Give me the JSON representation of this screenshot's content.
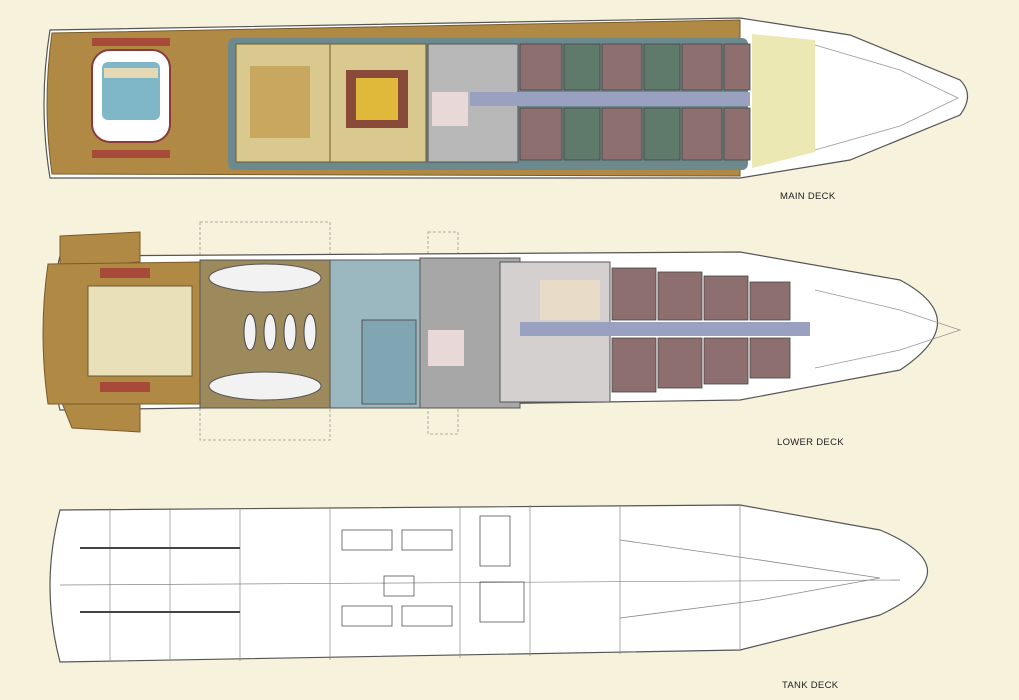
{
  "labels": {
    "main": "MAIN DECK",
    "lower": "LOWER DECK",
    "tank": "TANK DECK"
  },
  "colors": {
    "background_panel": "#f6f2db",
    "teak": "#b08a45",
    "teak_dark": "#8a6a30",
    "salon": "#d9c98f",
    "cabin": "#8d6f6f",
    "corridor": "#9aa0c0",
    "hull_white": "#ffffff",
    "water_blue": "#7fb7c8",
    "tank_line": "#555555",
    "garage": "#9c8a5c",
    "engine_blue": "#9bb7c0"
  }
}
